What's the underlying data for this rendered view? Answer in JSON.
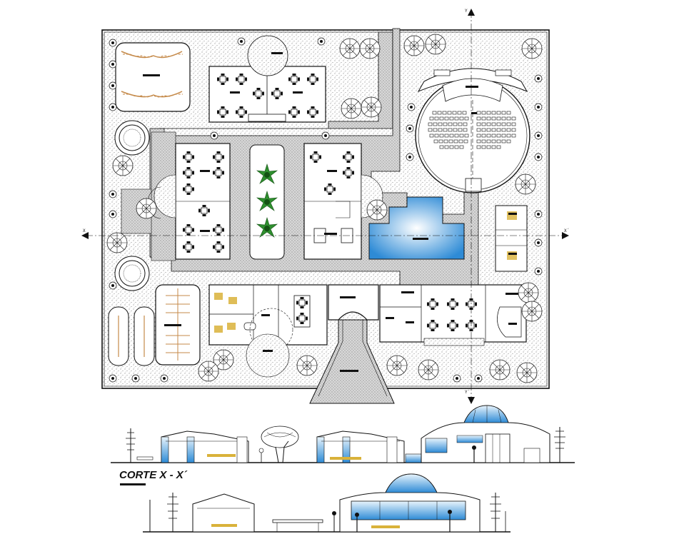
{
  "drawing": {
    "section_title": "CORTE X - X´",
    "axis_labels": {
      "x_left": "X",
      "x_right": "X´",
      "y_top": "Y",
      "y_bottom": "Y´"
    }
  },
  "colors": {
    "line": "#1a1a1a",
    "water": "#2e8bd6",
    "water_light": "#bfe0f7",
    "foliage": "#2f8f2f",
    "furniture_accent": "#d9b23a",
    "pergola": "#c58a4a"
  }
}
